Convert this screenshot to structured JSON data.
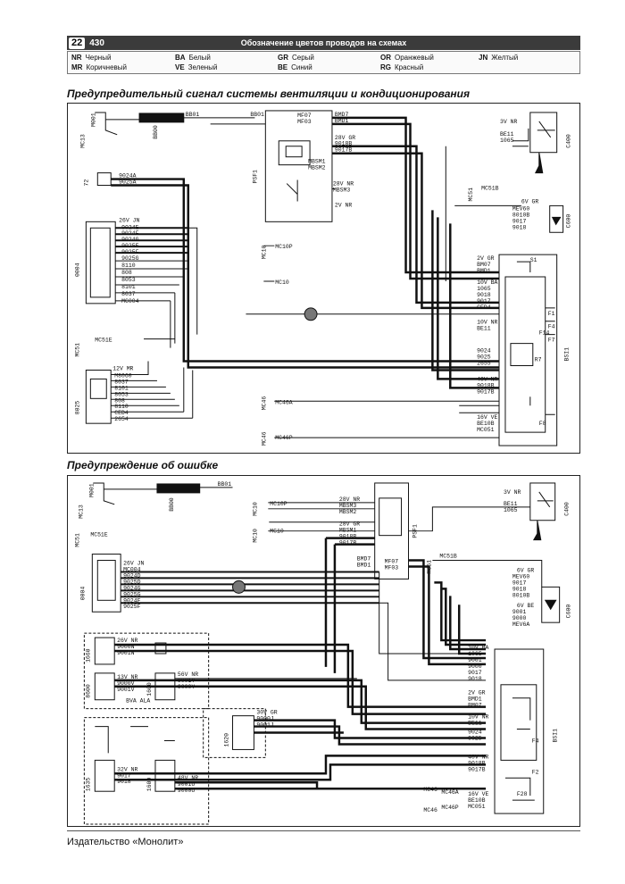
{
  "header": {
    "page_box": "22",
    "page_number": "430",
    "title": "Обозначение цветов проводов на схемах"
  },
  "legend": [
    {
      "code": "NR",
      "name": "Черный"
    },
    {
      "code": "MR",
      "name": "Коричневый"
    },
    {
      "code": "BA",
      "name": "Белый"
    },
    {
      "code": "VE",
      "name": "Зеленый"
    },
    {
      "code": "GR",
      "name": "Серый"
    },
    {
      "code": "BE",
      "name": "Синий"
    },
    {
      "code": "OR",
      "name": "Оранжевый"
    },
    {
      "code": "RG",
      "name": "Красный"
    },
    {
      "code": "JN",
      "name": "Желтый"
    }
  ],
  "section1": {
    "title": "Предупредительный сигнал системы вентиляции и кондиционирования",
    "labels": {
      "conn_bb00": "BB00",
      "bb01a": "BB01",
      "bb01b": "BB01",
      "m001": "M001",
      "mc13": "MC13",
      "psf1": "PSF1",
      "mf07": "MF07",
      "mf03": "MF03",
      "bmd7": "BMD7",
      "bmd1": "BMD1",
      "w28gr": "28V GR",
      "w9018b": "9018B",
      "w9017b": "9017B",
      "mbsm1": "MBSM1",
      "mbsm2": "MBSM2",
      "w28nr": "28V NR",
      "mbsm3": "MBSM3",
      "w2vnr": "2V NR",
      "w3vnr": "3V NR",
      "be11": "BE11",
      "w1065": "1065",
      "c400": "C400",
      "mc51": "MC51",
      "mc51b": "MC51B",
      "w6gr": "6V GR",
      "mev60": "MEV60",
      "w8010b": "8010B",
      "w9017": "9017",
      "w9018": "9018",
      "c600": "C600",
      "w9024a": "9024A",
      "w9025a": "9025A",
      "w72": "72",
      "w26jn": "26V JN",
      "c9024e": "9024E",
      "c9024f": "9024F",
      "c9024g": "9024G",
      "c9025e": "9025E",
      "c9025f": "9025F",
      "c9025g": "9025G",
      "c8110": "8110",
      "c808": "808",
      "c8053": "8053",
      "c8101": "8101",
      "c8037": "8037",
      "cmc004": "MC004",
      "c0004": "0004",
      "mc10": "MC10",
      "mc10p": "MC10P",
      "mc10b": "MC10",
      "mc51e": "MC51E",
      "mc51x": "MC51",
      "w12mr": "12V MR",
      "m8060": "M8060",
      "m8037": "8037",
      "m8101": "8101",
      "m8053": "8053",
      "m808": "808",
      "m8110": "8110",
      "mced4": "CED4",
      "m2654": "2654",
      "m8025": "8025",
      "mc46a": "MC46A",
      "mc46p": "MC46P",
      "mc46": "MC46",
      "mc46b": "MC46",
      "w2gr": "2V GR",
      "bm07": "BM07",
      "bmd1r": "BMD1",
      "w10ba": "10V BA",
      "w1065r": "1065",
      "r9018": "9018",
      "r9017": "9017",
      "ced4": "CED4",
      "w10nr": "10V NR",
      "be11r": "BE11",
      "r9024": "9024",
      "r9025": "9025",
      "r2655": "2655",
      "w40nr": "40V NR",
      "r9018b": "9018B",
      "r9017b": "9017B",
      "w16ve": "16V VE",
      "be10b": "BE10B",
      "mc051": "MC051",
      "f1": "F1",
      "f4": "F4",
      "f7": "F7",
      "f14": "F14",
      "f8": "F8",
      "r7": "R7",
      "s1": "S1",
      "bsi1": "BSI1"
    }
  },
  "section2": {
    "title": "Предупреждение об ошибке",
    "labels": {
      "m001": "M001",
      "mc13": "MC13",
      "bb00": "BB00",
      "bb01": "BB01",
      "mc10p": "MC10P",
      "mc10": "MC10",
      "mc10b": "MC10",
      "mc10c": "MC10",
      "w28nr": "28V NR",
      "mbsm3": "MBSM3",
      "mbsm2": "MBSM2",
      "w28gr": "28V GR",
      "mbsm1": "MBSM1",
      "s9018b": "9018B",
      "s9017b": "9017B",
      "bmd7": "BMD7",
      "bmd1": "BMD1",
      "mf07": "MF07",
      "mf03": "MF03",
      "psf1": "PSF1",
      "mc51e": "MC51E",
      "mc51": "MC51",
      "w26jn": "26V JN",
      "mc004": "MC004",
      "s9024d": "9024D",
      "s9025d": "9025D",
      "s9024g": "9024G",
      "s9025g": "9025G",
      "s9024f": "9024F",
      "s9025f": "9025F",
      "c0004": "0004",
      "w3vnr": "3V NR",
      "be11": "BE11",
      "w1065": "1065",
      "c400": "C400",
      "mc51b": "MC51B",
      "w6gr": "6V GR",
      "mev60": "MEV60",
      "s9017": "9017",
      "s9018": "9018",
      "s8010b": "8010B",
      "w6be": "6V BE",
      "s9001": "9001",
      "s9000": "9000",
      "mev6a": "MEV6A",
      "c600": "C600",
      "w26nr": "26V NR",
      "s9000n": "9000N",
      "s9001n": "9001N",
      "c1660": "1660",
      "w13nr": "13V NR",
      "s9000v": "9000V",
      "s9001v": "9001V",
      "c8600": "8600",
      "bva": "BVA ALA",
      "w56nr": "56V NR",
      "s9001y": "9001Y",
      "s9000y": "9000Y",
      "c1600": "1600",
      "w30gr": "30V GR",
      "s9000j": "9000J",
      "s9001j": "9001J",
      "c1620": "1620",
      "w32nr": "32V NR",
      "s9017o": "9017",
      "s9018o": "9018",
      "c1635": "1635",
      "w48nr": "48V NR",
      "s9001u": "9001U",
      "s9000u": "9000U",
      "c1600b": "1600",
      "w10ba": "10V BA",
      "r1065": "1065",
      "r9001": "9001",
      "r9000": "9000",
      "r9017": "9017",
      "r9018": "9018",
      "w2gr": "2V GR",
      "bmd1r": "BMD1",
      "bm07": "BM07",
      "w10nr": "10V NR",
      "be11r": "BE11",
      "r9024": "9024",
      "r9025": "9025",
      "w40nr": "40V NR",
      "r9018b": "9018B",
      "r9017b": "9017B",
      "mc46a": "MC46A",
      "mc46p": "MC46P",
      "w16ve": "16V VE",
      "be10b": "BE10B",
      "mc051": "MC051",
      "mc46": "MC46",
      "mc46b": "MC46",
      "f28": "F28",
      "f4": "F4",
      "f2": "F2",
      "bsi1": "BSI1"
    }
  },
  "footer": "Издательство «Монолит»"
}
